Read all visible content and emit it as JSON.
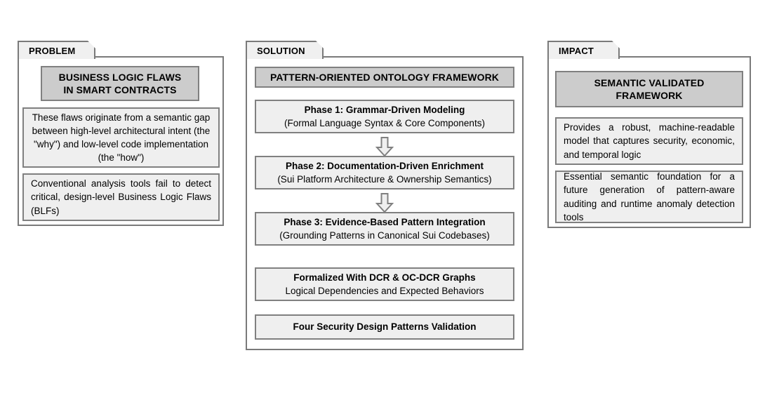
{
  "diagram": {
    "panels": [
      {
        "id": "problem",
        "tab_label": "PROBLEM",
        "header": [
          "BUSINESS LOGIC FLAWS",
          "IN SMART CONTRACTS"
        ],
        "items": [
          {
            "kind": "text-center",
            "text": "These flaws originate from a semantic gap between high-level architectural intent (the \"why\") and low-level code implementation (the \"how\")"
          },
          {
            "kind": "text-justify",
            "text": "Conventional analysis tools fail to detect critical, design-level Business Logic Flaws (BLFs)"
          }
        ]
      },
      {
        "id": "solution",
        "tab_label": "SOLUTION",
        "header": [
          "PATTERN-ORIENTED ONTOLOGY FRAMEWORK"
        ],
        "items": [
          {
            "kind": "phase",
            "title": "Phase 1: Grammar-Driven Modeling",
            "subtitle": "(Formal Language Syntax & Core Components)"
          },
          {
            "kind": "arrow",
            "icon": "down-block-arrow-icon"
          },
          {
            "kind": "phase",
            "title": "Phase 2: Documentation-Driven Enrichment",
            "subtitle": "(Sui Platform Architecture & Ownership Semantics)"
          },
          {
            "kind": "arrow",
            "icon": "down-block-arrow-icon"
          },
          {
            "kind": "phase",
            "title": "Phase 3: Evidence-Based Pattern Integration",
            "subtitle": "(Grounding Patterns in Canonical Sui Codebases)"
          },
          {
            "kind": "phase",
            "title": "Formalized With DCR & OC-DCR Graphs",
            "subtitle": "Logical Dependencies and Expected Behaviors"
          },
          {
            "kind": "phase",
            "title": "Four Security Design Patterns Validation",
            "subtitle": ""
          }
        ]
      },
      {
        "id": "impact",
        "tab_label": "IMPACT",
        "header": [
          "SEMANTIC VALIDATED",
          "FRAMEWORK"
        ],
        "items": [
          {
            "kind": "text-justify",
            "text": "Provides a robust, machine-readable model that captures security, economic, and temporal logic"
          },
          {
            "kind": "text-justify",
            "text": "Essential semantic foundation for a future generation of pattern-aware auditing and runtime anomaly detection tools"
          }
        ]
      }
    ],
    "colors": {
      "panel_border": "#7a7a7a",
      "box_border": "#808080",
      "header_fill": "#cccccc",
      "body_fill": "#efefef",
      "tab_fill": "#f0f0f0",
      "arrow_fill": "#efefef",
      "arrow_stroke": "#808080",
      "background": "#ffffff",
      "text": "#000000"
    }
  }
}
